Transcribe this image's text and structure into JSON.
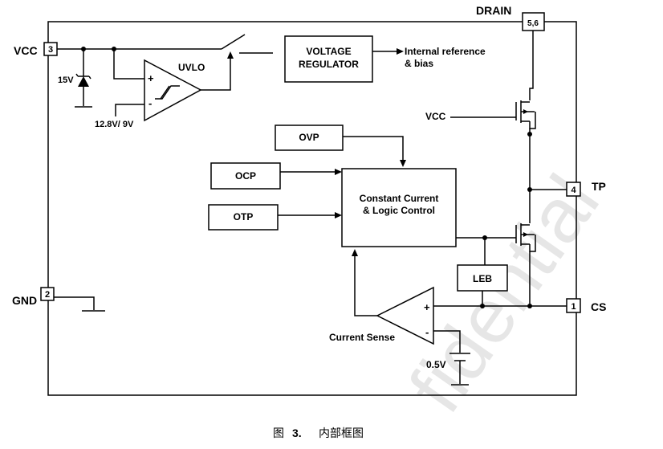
{
  "pins": {
    "drain": {
      "name": "DRAIN",
      "num": "5,6"
    },
    "vcc": {
      "name": "VCC",
      "num": "3"
    },
    "gnd": {
      "name": "GND",
      "num": "2"
    },
    "tp": {
      "name": "TP",
      "num": "4"
    },
    "cs": {
      "name": "CS",
      "num": "1"
    }
  },
  "blocks": {
    "voltage_regulator": [
      "VOLTAGE",
      "REGULATOR"
    ],
    "ovp": "OVP",
    "ocp": "OCP",
    "otp": "OTP",
    "logic": [
      "Constant Current",
      "& Logic Control"
    ],
    "leb": "LEB"
  },
  "labels": {
    "uvlo": "UVLO",
    "zener": "15V",
    "uvlo_thresholds": "12.8V/ 9V",
    "internal_ref": [
      "Internal reference",
      "& bias"
    ],
    "vcc_gate": "VCC",
    "current_sense": "Current Sense",
    "ref_voltage": "0.5V",
    "plus": "+",
    "minus": "-"
  },
  "caption": {
    "prefix": "图",
    "number": "3.",
    "title": "内部框图"
  },
  "watermark": "fidential"
}
